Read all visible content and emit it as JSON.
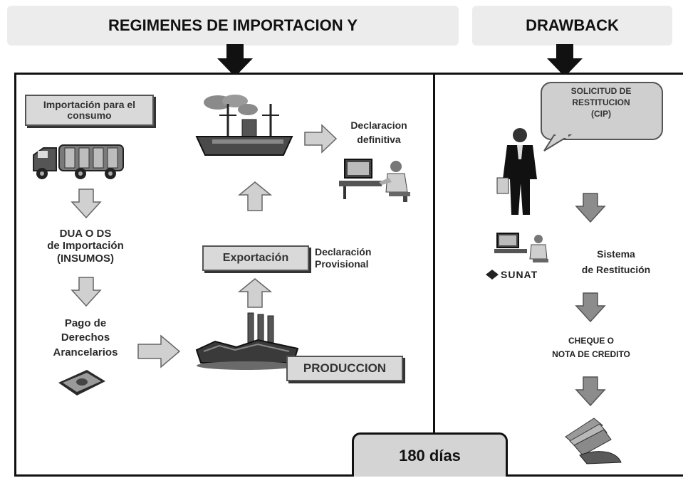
{
  "header": {
    "left_title": "REGIMENES DE IMPORTACION Y",
    "right_title": "DRAWBACK"
  },
  "left_panel": {
    "importacion_box": "Importación para el consumo",
    "declaracion_definitiva": "Declaracion definitiva",
    "dua_line1": "DUA O DS",
    "dua_line2": "de Importación",
    "dua_line3": "(INSUMOS)",
    "pago_line1": "Pago de",
    "pago_line2": "Derechos",
    "pago_line3": "Arancelarios",
    "exportacion_box": "Exportación",
    "declaracion_provisional_1": "Declaración",
    "declaracion_provisional_2": "Provisional",
    "produccion_box": "PRODUCCION"
  },
  "right_panel": {
    "bubble_line1": "SOLICITUD DE",
    "bubble_line2": "RESTITUCION",
    "bubble_line3": "(CIP)",
    "sunat_logo": "SUNAT",
    "sistema_1": "Sistema",
    "sistema_2": "de Restitución",
    "cheque_1": "CHEQUE O",
    "cheque_2": "NOTA DE CREDITO"
  },
  "footer": {
    "days": "180 días"
  },
  "icons": [
    "truck-icon",
    "ship-icon",
    "computer-operator-icon",
    "factory-icon",
    "money-icon",
    "businessman-icon",
    "money-hand-icon",
    "down-arrow-icon",
    "right-arrow-icon",
    "up-arrow-icon"
  ]
}
